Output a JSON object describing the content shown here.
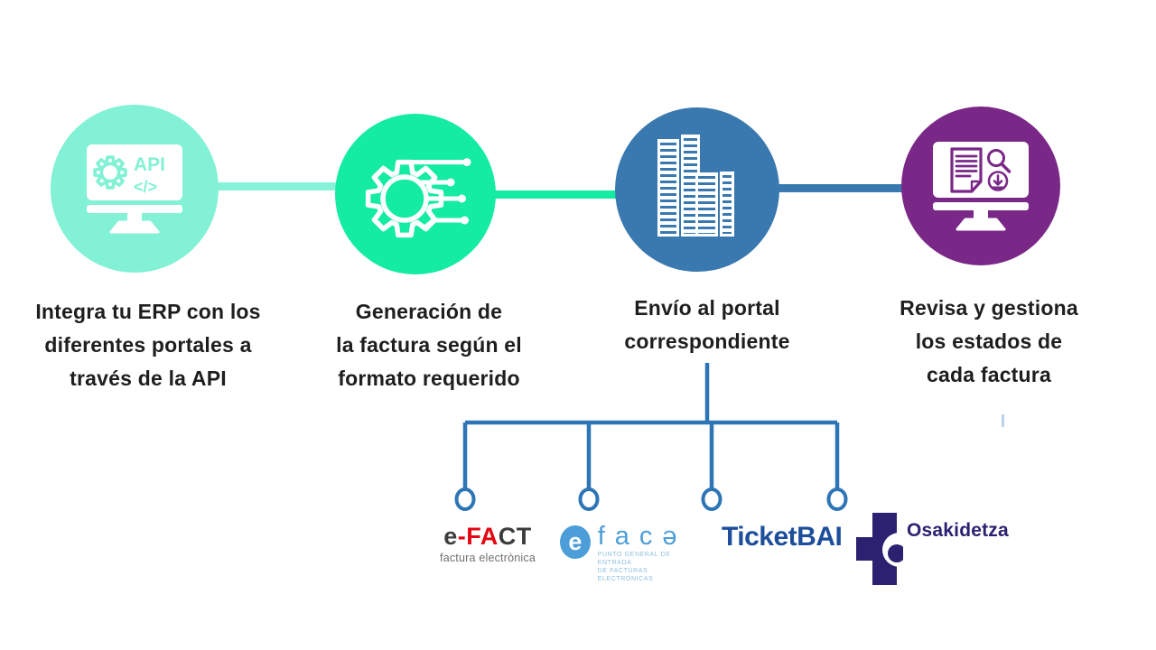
{
  "diagram": {
    "steps": [
      {
        "icon": "monitor-api-gear-icon",
        "circle_color": "#82F1D5",
        "icon_text_api": "API",
        "icon_text_code": "</>",
        "label": "Integra tu ERP con los\ndiferentes portales a\ntravés de la API"
      },
      {
        "icon": "gear-circuit-icon",
        "circle_color": "#14EBA3",
        "label": "Generación de\nla factura según el\nformato requerido"
      },
      {
        "icon": "buildings-icon",
        "circle_color": "#3979AF",
        "label": "Envío al portal\ncorrespondiente"
      },
      {
        "icon": "monitor-review-icon",
        "circle_color": "#7A2887",
        "label": "Revisa y gestiona\nlos estados de\ncada factura"
      }
    ],
    "connector_colors": [
      "#86F2D7",
      "#14EBA3",
      "#3979AF"
    ],
    "text_color": "#1E1E1E"
  },
  "portals": {
    "tree_color": "#2E75B6",
    "items": [
      {
        "name": "e-FACT",
        "wordmark_e": "e",
        "wordmark_fa": "-FA",
        "wordmark_ct": "CT",
        "tagline": "factura electrònica",
        "colors": {
          "dark": "#3C3C3B",
          "red": "#E30613",
          "tagline": "#706F6F"
        }
      },
      {
        "name": "FACe",
        "badge_letter": "e",
        "letters": "facə",
        "tagline": "PUNTO GENERAL DE ENTRADA\nDE FACTURAS ELECTRÓNICAS",
        "colors": {
          "badge": "#4D9ED8",
          "letters": "#4D9ED8",
          "tagline": "#8FC0E2"
        }
      },
      {
        "name": "TicketBAI",
        "wordmark": "TicketBAI",
        "colors": {
          "text": "#1D4E9B"
        }
      },
      {
        "name": "Osakidetza",
        "wordmark": "Osakidetza",
        "colors": {
          "logo": "#2B2171",
          "text": "#2B2171"
        }
      }
    ]
  }
}
